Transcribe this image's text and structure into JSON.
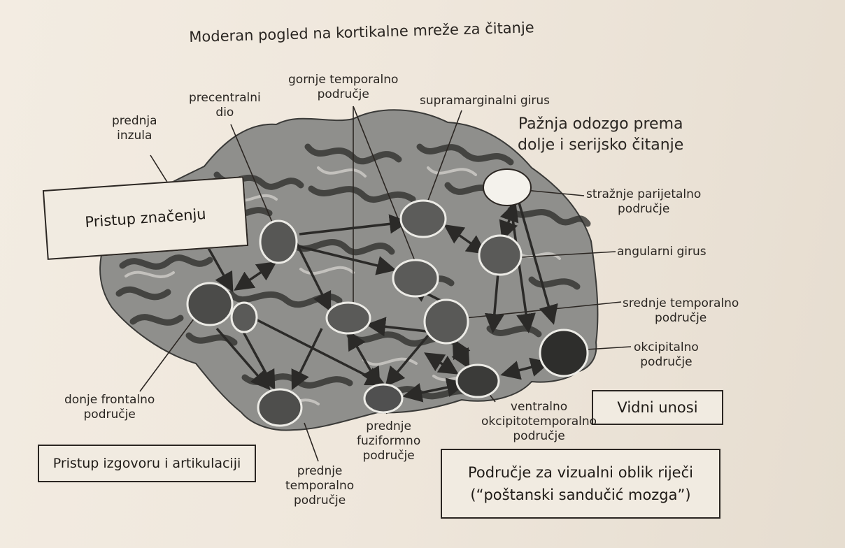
{
  "title": "Moderan pogled na kortikalne mreže za čitanje",
  "attention_label": [
    "Pažnja odozgo prema",
    "dolje i serijsko čitanje"
  ],
  "boxes": {
    "meaning": "Pristup značenju",
    "pronunciation": "Pristup izgovoru i artikulaciji",
    "visual_input": "Vidni unosi",
    "word_form": [
      "Područje za vizualni oblik riječi",
      "(“poštanski sandučić mozga”)"
    ]
  },
  "regions": {
    "anterior_insula": [
      "prednja",
      "inzula"
    ],
    "precentral": [
      "precentralni",
      "dio"
    ],
    "superior_temporal": [
      "gornje temporalno",
      "područje"
    ],
    "supramarginal": "supramarginalni girus",
    "posterior_parietal": [
      "stražnje parijetalno",
      "područje"
    ],
    "angular": "angularni girus",
    "middle_temporal": [
      "srednje temporalno",
      "područje"
    ],
    "occipital": [
      "okcipitalno",
      "područje"
    ],
    "ventral_occipitotemporal": [
      "ventralno",
      "okcipitotemporalno",
      "područje"
    ],
    "anterior_fusiform": [
      "prednje",
      "fuziformno",
      "područje"
    ],
    "anterior_temporal": [
      "prednje",
      "temporalno",
      "područje"
    ],
    "inferior_frontal": [
      "donje frontalno",
      "područje"
    ]
  }
}
